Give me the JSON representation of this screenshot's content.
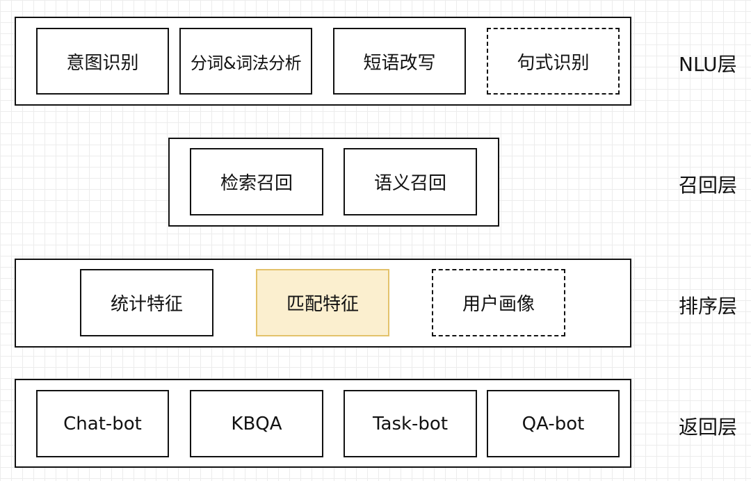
{
  "layers": {
    "nlu": {
      "label": "NLU层",
      "boxes": [
        "意图识别",
        "分词&词法分析",
        "短语改写",
        "句式识别"
      ]
    },
    "recall": {
      "label": "召回层",
      "boxes": [
        "检索召回",
        "语义召回"
      ]
    },
    "ranking": {
      "label": "排序层",
      "boxes": [
        "统计特征",
        "匹配特征",
        "用户画像"
      ]
    },
    "return": {
      "label": "返回层",
      "boxes": [
        "Chat-bot",
        "KBQA",
        "Task-bot",
        "QA-bot"
      ]
    }
  },
  "colors": {
    "highlight_fill": "#fbefcf",
    "highlight_border": "#e3c26a",
    "stroke": "#111111"
  }
}
